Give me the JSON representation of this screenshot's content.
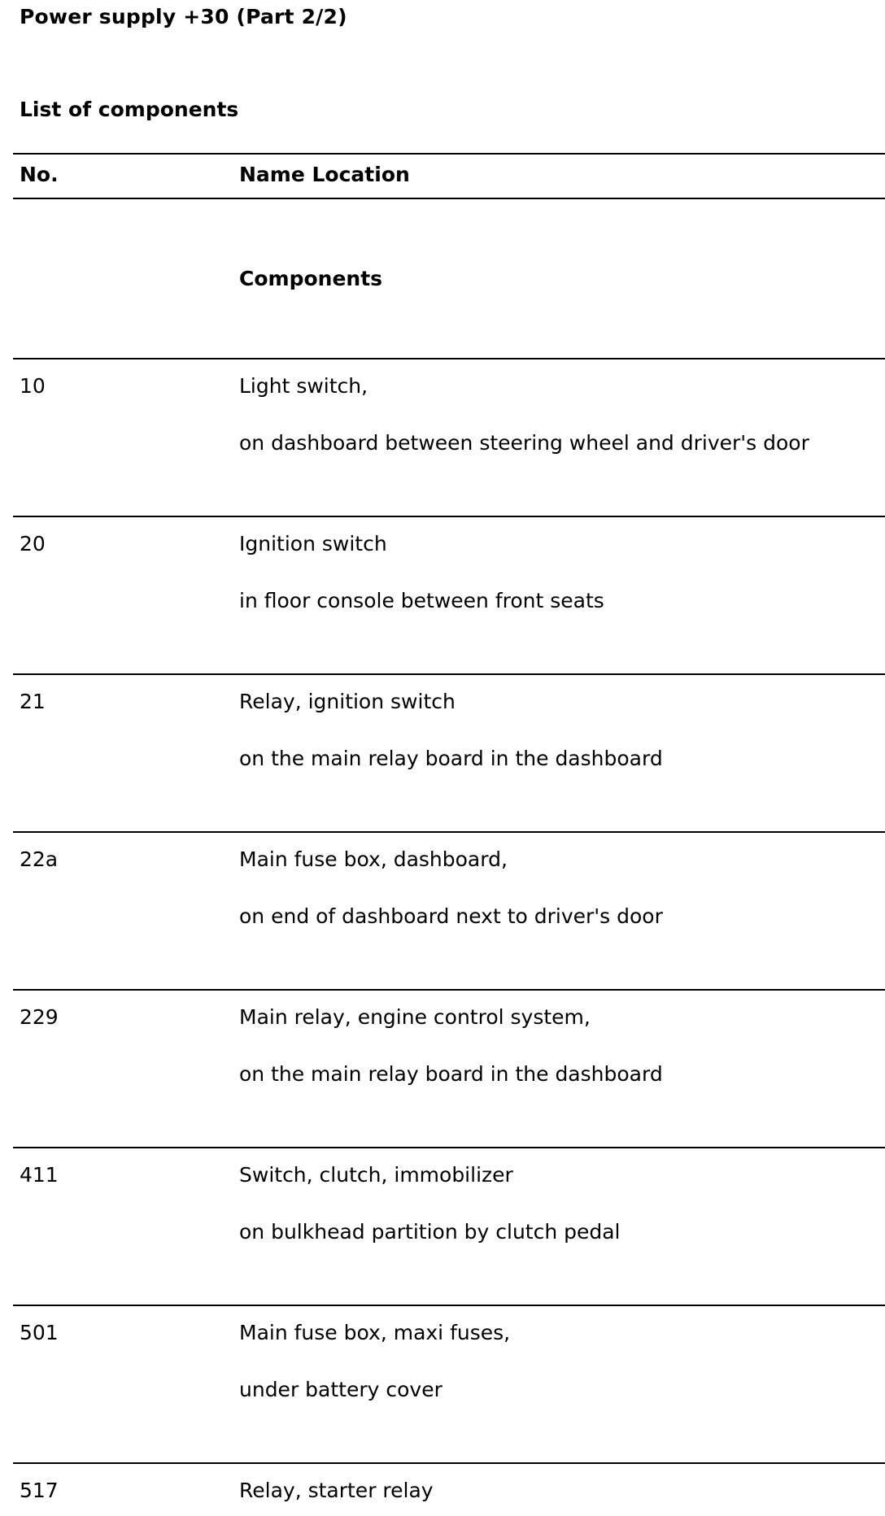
{
  "document": {
    "title": "Power supply +30 (Part 2/2)",
    "section_title": "List of components"
  },
  "table": {
    "headers": {
      "no": "No.",
      "name_location": "Name Location"
    },
    "group_label": "Components",
    "rows": [
      {
        "no": "10",
        "name": "Light switch,",
        "location": "on dashboard between steering wheel and driver's door"
      },
      {
        "no": "20",
        "name": "Ignition switch",
        "location": "in floor console between front seats"
      },
      {
        "no": "21",
        "name": "Relay, ignition switch",
        "location": "on the main relay board in the dashboard"
      },
      {
        "no": "22a",
        "name": "Main fuse box, dashboard,",
        "location": "on end of dashboard next to driver's door"
      },
      {
        "no": "229",
        "name": "Main relay, engine control system,",
        "location": "on the main relay board in the dashboard"
      },
      {
        "no": "411",
        "name": "Switch, clutch, immobilizer",
        "location": "on bulkhead partition by clutch pedal"
      },
      {
        "no": "501",
        "name": "Main fuse box, maxi fuses,",
        "location": "under battery cover"
      },
      {
        "no": "517",
        "name": "Relay, starter relay",
        "location": ""
      }
    ]
  }
}
